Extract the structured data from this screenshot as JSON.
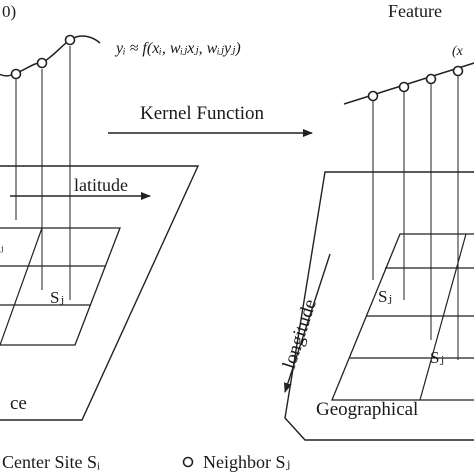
{
  "left_panel": {
    "top_partial_label": "0)",
    "formula": "yᵢ ≈ f(xᵢ, wᵢⱼxⱼ, wᵢⱼyⱼ)",
    "latitude_label": "latitude",
    "cell_label_left": "ⱼ",
    "cell_label_sj": "Sⱼ",
    "bottom_partial_label": "ce"
  },
  "kernel": {
    "label": "Kernel Function"
  },
  "right_panel": {
    "title_partial": "Feature",
    "coord_partial": "(x",
    "longitude_label": "longitude",
    "cell_label_sj_upper": "Sⱼ",
    "cell_label_sj_lower": "Sⱼ",
    "bottom_label": "Geographical"
  },
  "legend": {
    "center_site": "Center Site Sᵢ",
    "neighbor": "Neighbor Sⱼ"
  }
}
